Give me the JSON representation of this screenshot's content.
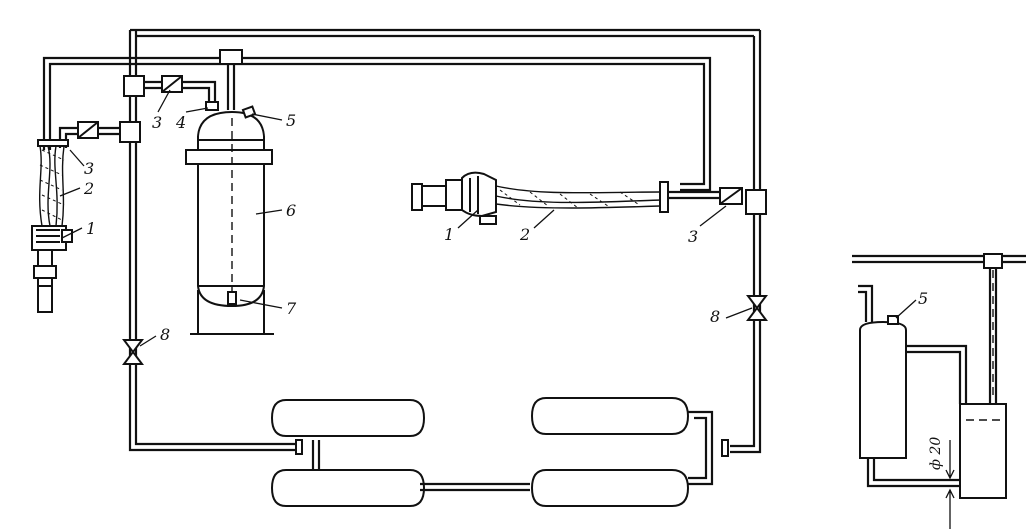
{
  "labels": {
    "l1a": "1",
    "l2a": "2",
    "l3a": "3",
    "l3b": "3",
    "l4": "4",
    "l5a": "5",
    "l6": "6",
    "l7": "7",
    "l8a": "8",
    "l1b": "1",
    "l2b": "2",
    "l3c": "3",
    "l8b": "8",
    "l5b": "5",
    "dim": "ф 20"
  }
}
